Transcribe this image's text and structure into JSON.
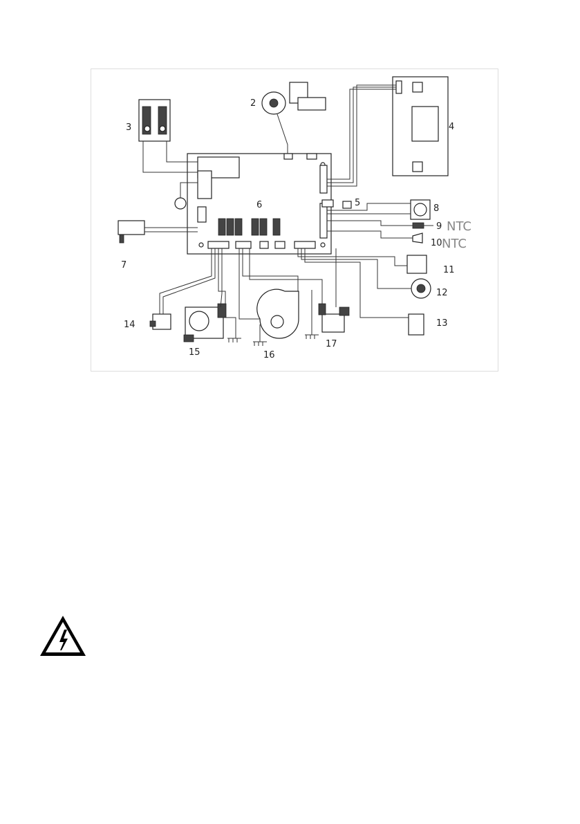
{
  "diagram": {
    "labels": [
      "2",
      "3",
      "4",
      "5",
      "6",
      "7",
      "8",
      "9",
      "10",
      "11",
      "12",
      "13",
      "14",
      "15",
      "16",
      "17"
    ],
    "ntc_labels": [
      "NTC",
      "NTC"
    ]
  },
  "warning_icon": "high-voltage-warning"
}
